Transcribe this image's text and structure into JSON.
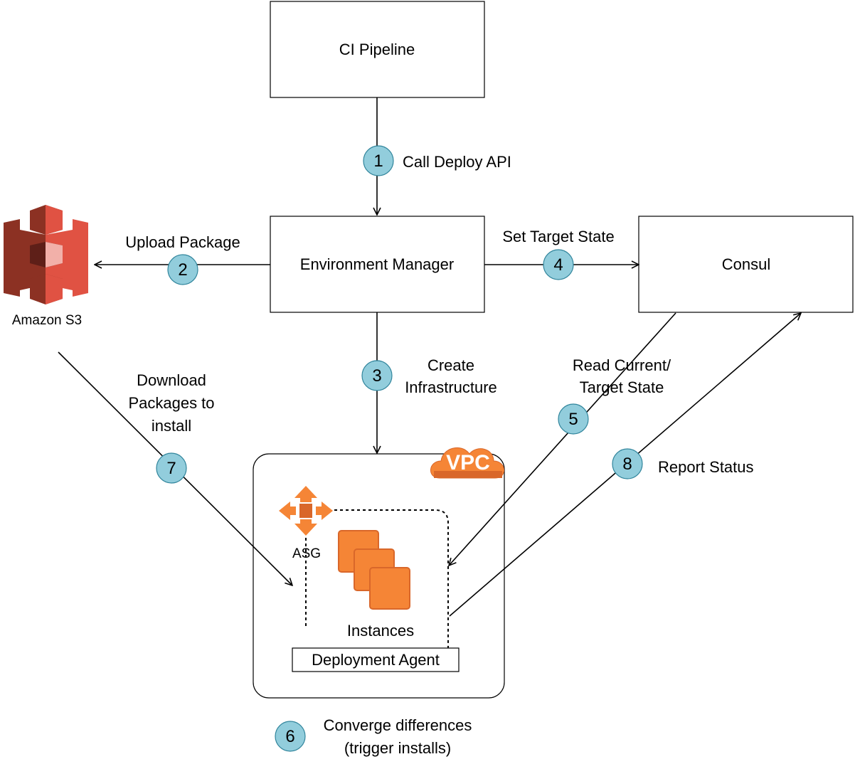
{
  "nodes": {
    "ci_pipeline": "CI Pipeline",
    "environment_manager": "Environment Manager",
    "consul": "Consul",
    "amazon_s3": "Amazon S3",
    "vpc": "VPC",
    "asg": "ASG",
    "instances": "Instances",
    "deployment_agent": "Deployment Agent"
  },
  "steps": [
    {
      "num": "1",
      "label_lines": [
        "Call Deploy API"
      ]
    },
    {
      "num": "2",
      "label_lines": [
        "Upload Package"
      ]
    },
    {
      "num": "3",
      "label_lines": [
        "Create",
        "Infrastructure"
      ]
    },
    {
      "num": "4",
      "label_lines": [
        "Set Target State"
      ]
    },
    {
      "num": "5",
      "label_lines": [
        "Read Current/",
        "Target State"
      ]
    },
    {
      "num": "6",
      "label_lines": [
        "Converge differences",
        "(trigger installs)"
      ]
    },
    {
      "num": "7",
      "label_lines": [
        "Download",
        "Packages to",
        "install"
      ]
    },
    {
      "num": "8",
      "label_lines": [
        "Report Status"
      ]
    }
  ],
  "colors": {
    "step_circle_fill": "#92cddc",
    "aws_orange": "#f58536",
    "aws_orange_dark": "#d9672a",
    "s3_red": "#e05243",
    "s3_dark": "#8c3123"
  },
  "icons": {
    "s3": "amazon-s3-icon",
    "vpc": "vpc-cloud-icon",
    "asg": "auto-scaling-icon",
    "instances": "ec2-instances-icon"
  }
}
